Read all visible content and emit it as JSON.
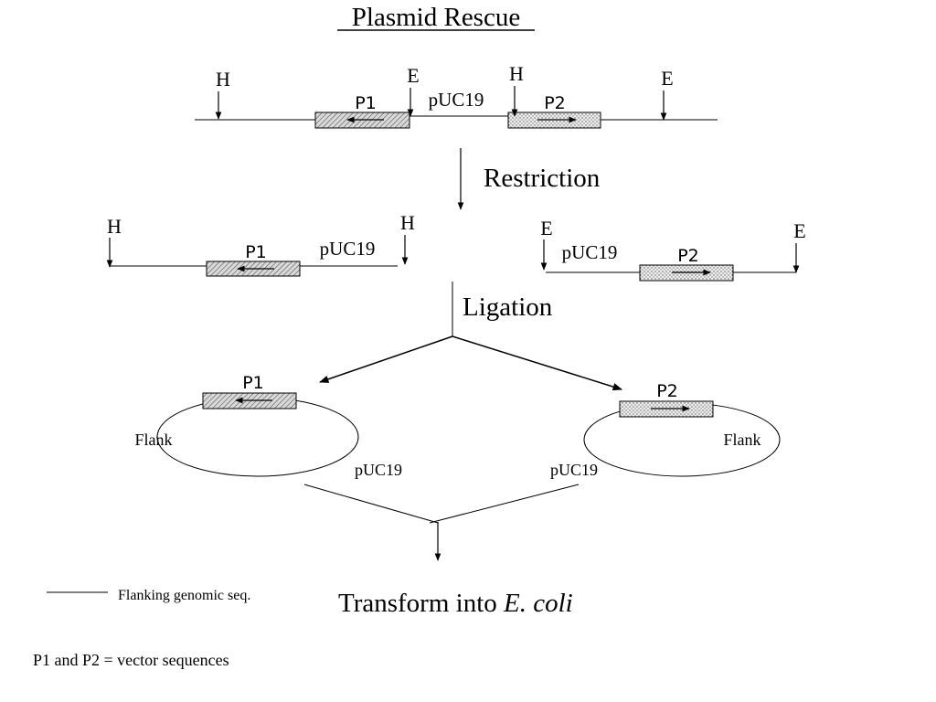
{
  "title": "Plasmid Rescue",
  "labels": {
    "h": "H",
    "e": "E",
    "p1": "P1",
    "p2": "P2",
    "puc19": "pUC19",
    "flank": "Flank"
  },
  "steps": {
    "restriction": "Restriction",
    "ligation": "Ligation",
    "transform_prefix": "Transform into ",
    "transform_italic": "E. coli"
  },
  "legend": {
    "flanking": "Flanking genomic seq.",
    "vectors": "P1 and P2 = vector sequences"
  }
}
